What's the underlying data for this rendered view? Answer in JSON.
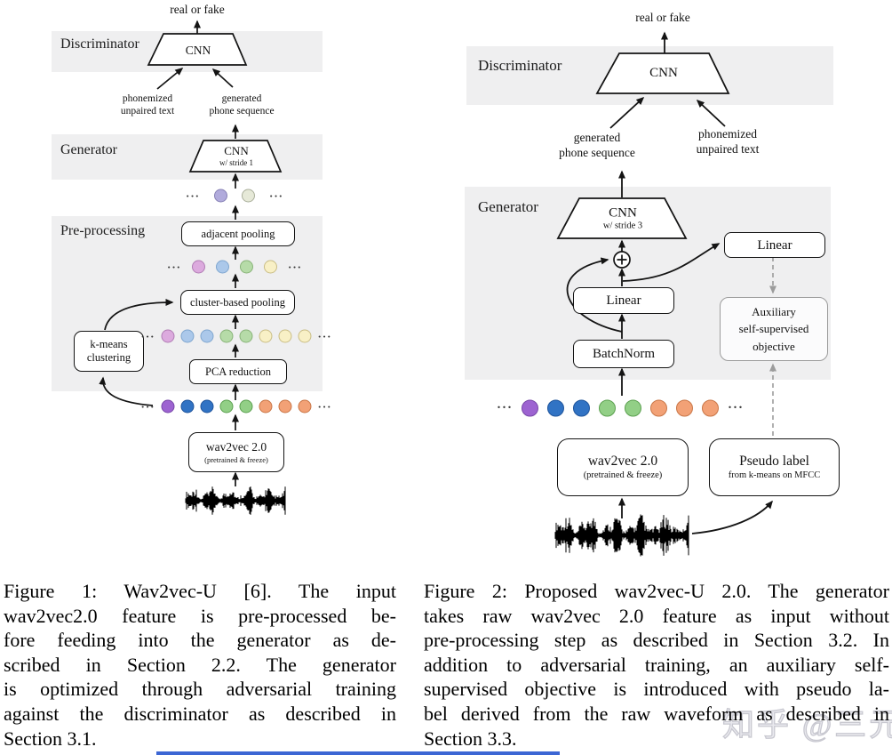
{
  "ellipsis": "···",
  "palette": {
    "band": "#efeff0",
    "ink": "#111111",
    "gray_edge": "#9c9c9c",
    "watermark_color": "#c3c3cc",
    "bottom_bar": "#3c66d4"
  },
  "dot_colors": {
    "purple": {
      "fill": "#9d63d1",
      "stroke": "#7747a8"
    },
    "blue": {
      "fill": "#3173c4",
      "stroke": "#1f549b"
    },
    "green": {
      "fill": "#92cf86",
      "stroke": "#5ba04f"
    },
    "orange": {
      "fill": "#f2a176",
      "stroke": "#c97647"
    },
    "pink": {
      "fill": "#dcaade",
      "stroke": "#b07cb4"
    },
    "lightblue": {
      "fill": "#abc8ea",
      "stroke": "#7fa6cf"
    },
    "lightgreen": {
      "fill": "#b6dba8",
      "stroke": "#88b378"
    },
    "cream": {
      "fill": "#f8f0c6",
      "stroke": "#c9bd85"
    },
    "lavender": {
      "fill": "#b1abdc",
      "stroke": "#8781b5"
    },
    "sage": {
      "fill": "#e6e9d8",
      "stroke": "#a9ae9a"
    }
  },
  "figure1": {
    "output_label": "real or fake",
    "discriminator": {
      "band_label": "Discriminator",
      "cnn_label": "CNN"
    },
    "left_input_lines": [
      "phonemized",
      "unpaired text"
    ],
    "right_input_lines": [
      "generated",
      "phone sequence"
    ],
    "generator": {
      "band_label": "Generator",
      "cnn_label": "CNN",
      "cnn_sublabel": "w/ stride 1"
    },
    "preprocessing": {
      "band_label": "Pre-processing",
      "adjacent_pooling": "adjacent pooling",
      "cluster_pooling": "cluster-based pooling",
      "kmeans_lines": [
        "k-means",
        "clustering"
      ],
      "pca": "PCA reduction"
    },
    "wav2vec": {
      "title": "wav2vec 2.0",
      "subtitle": "(pretrained & freeze)"
    },
    "dots": {
      "generator_input": [
        "lavender",
        "sage"
      ],
      "pooled": [
        "pink",
        "lightblue",
        "lightgreen",
        "cream"
      ],
      "clustered": [
        "pink",
        "lightblue",
        "lightblue",
        "lightgreen",
        "lightgreen",
        "cream",
        "cream",
        "cream"
      ],
      "features": [
        "purple",
        "blue",
        "blue",
        "green",
        "green",
        "orange",
        "orange",
        "orange"
      ]
    },
    "caption_lines": [
      "Figure 1: Wav2vec-U [6]. The input",
      "wav2vec2.0 feature is pre-processed be-",
      "fore feeding into the generator as de-",
      "scribed in Section 2.2. The generator",
      "is optimized through adversarial training",
      "against the discriminator as described in",
      "Section 3.1."
    ]
  },
  "figure2": {
    "output_label": "real or fake",
    "discriminator": {
      "band_label": "Discriminator",
      "cnn_label": "CNN"
    },
    "left_input_lines": [
      "generated",
      "phone sequence"
    ],
    "right_input_lines": [
      "phonemized",
      "unpaired text"
    ],
    "generator": {
      "band_label": "Generator",
      "cnn_label": "CNN",
      "cnn_sublabel": "w/ stride 3",
      "linear": "Linear",
      "batchnorm": "BatchNorm",
      "linear_right": "Linear",
      "auxiliary_lines": [
        "Auxiliary",
        "self-supervised",
        "objective"
      ]
    },
    "wav2vec": {
      "title": "wav2vec 2.0",
      "subtitle": "(pretrained & freeze)"
    },
    "pseudo": {
      "title": "Pseudo label",
      "subtitle": "from k-means on MFCC"
    },
    "dots": {
      "features": [
        "purple",
        "blue",
        "blue",
        "green",
        "green",
        "orange",
        "orange",
        "orange"
      ]
    },
    "caption_lines": [
      "Figure 2: Proposed wav2vec-U 2.0. The generator",
      "takes raw wav2vec 2.0 feature as input without",
      "pre-processing step as described in Section 3.2. In",
      "addition to adversarial training, an auxiliary self-",
      "supervised objective is introduced with pseudo la-",
      "bel derived from the raw waveform as described in",
      "Section 3.3."
    ]
  },
  "watermark": "知乎 @三元"
}
